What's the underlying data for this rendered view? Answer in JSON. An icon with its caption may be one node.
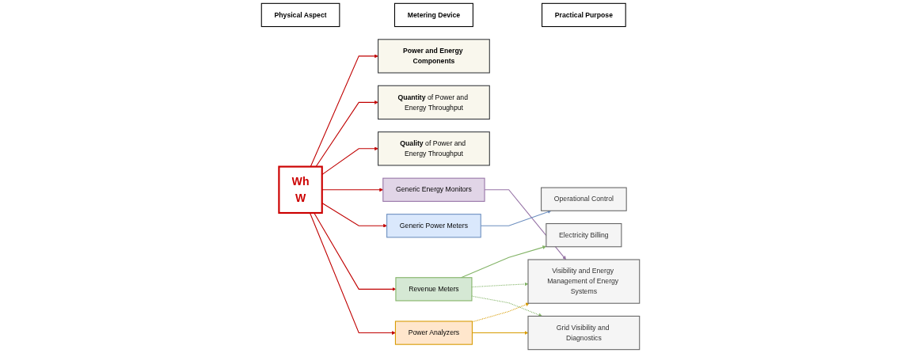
{
  "diagram": {
    "nodes": [
      {
        "text": [
          "Physical Aspect"
        ]
      },
      {
        "text": [
          "Metering Device"
        ]
      },
      {
        "text": [
          "Practical Purpose"
        ]
      },
      {
        "text": [
          "Power and Energy Components"
        ]
      },
      {
        "text": [
          "Generic Energy Monitors"
        ]
      },
      {
        "text": [
          "Visibility and Energy Management of Energy Systems"
        ]
      },
      {
        "text": [
          "Generic Power Meters"
        ]
      },
      {
        "text": [
          "Operational Control"
        ]
      },
      {
        "text": [
          "**Quantity** of Power and Energy Throughput"
        ]
      },
      {
        "text": [
          "Wh",
          "W"
        ]
      },
      {
        "text": [
          "Revenue Meters"
        ]
      },
      {
        "text": [
          "Electricity Billing"
        ]
      },
      {
        "text": [
          "**Quality** of Power and Energy Throughput"
        ]
      },
      {
        "text": [
          "Power Analyzers"
        ]
      },
      {
        "text": [
          "Grid Visibility and Diagnostics"
        ]
      }
    ],
    "edges": [
      {
        "from": 9,
        "to": 3,
        "arrow": "to"
      },
      {
        "from": 9,
        "to": 8,
        "arrow": "to"
      },
      {
        "from": 9,
        "to": 12,
        "arrow": "to"
      },
      {
        "from": 9,
        "to": 4,
        "arrow": "to"
      },
      {
        "from": 9,
        "to": 6,
        "arrow": "to"
      },
      {
        "from": 9,
        "to": 10,
        "arrow": "to"
      },
      {
        "from": 9,
        "to": 13,
        "arrow": "to"
      },
      {
        "from": 4,
        "to": 5,
        "arrow": "to",
        "color": "#9673a6"
      },
      {
        "from": 6,
        "to": 7,
        "arrow": "to",
        "color": "#6c8ebf"
      },
      {
        "from": 10,
        "to": 11,
        "arrow": "to",
        "color": "#82b366"
      },
      {
        "from": 10,
        "to": 5,
        "arrow": "to",
        "style": "dashed",
        "color": "#82b366"
      },
      {
        "from": 10,
        "to": 14,
        "arrow": "to",
        "style": "dashed",
        "color": "#82b366"
      },
      {
        "from": 13,
        "to": 5,
        "arrow": "to",
        "style": "dashed",
        "color": "#d79b00"
      },
      {
        "from": 13,
        "to": 14,
        "arrow": "to",
        "color": "#d79b00"
      }
    ]
  }
}
